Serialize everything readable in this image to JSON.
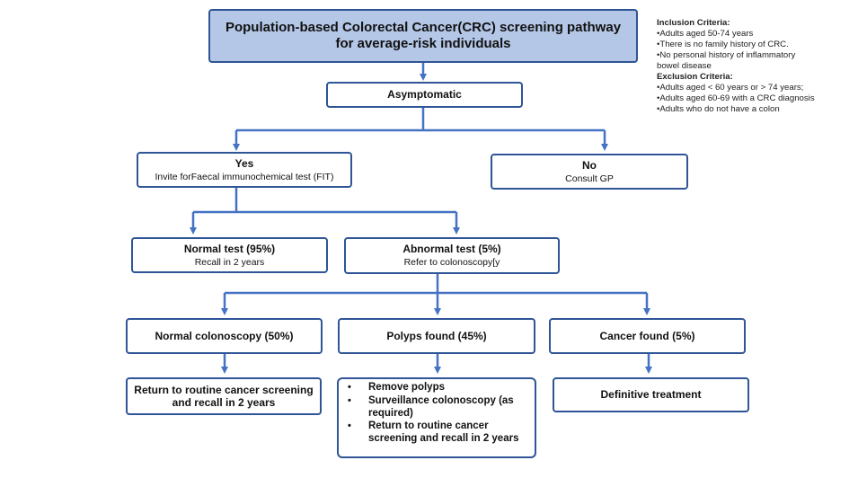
{
  "title": {
    "line1": "Population-based Colorectal Cancer(CRC) screening pathway",
    "line2": "for average-risk individuals"
  },
  "criteria": {
    "inclusion_heading": "Inclusion Criteria:",
    "inclusion": [
      "•Adults aged 50-74 years",
      "•There is no family history of CRC.",
      "•No personal history of inflammatory",
      "bowel disease"
    ],
    "exclusion_heading": "Exclusion Criteria:",
    "exclusion": [
      "•Adults aged < 60 years or > 74 years;",
      "•Adults aged 60-69 with a CRC diagnosis",
      "•Adults who do not have a colon"
    ]
  },
  "nodes": {
    "asymptomatic": {
      "title": "Asymptomatic"
    },
    "yes": {
      "title": "Yes",
      "sub": "Invite forFaecal immunochemical test (FIT)"
    },
    "no": {
      "title": "No",
      "sub": "Consult GP"
    },
    "normal_test": {
      "title": "Normal test (95%)",
      "sub": "Recall in 2 years"
    },
    "abnormal_test": {
      "title": "Abnormal test (5%)",
      "sub": "Refer to colonoscopy[y"
    },
    "normal_colonoscopy": {
      "title": "Normal colonoscopy (50%)"
    },
    "polyps_found": {
      "title": "Polyps found (45%)"
    },
    "cancer_found": {
      "title": "Cancer found (5%)"
    },
    "return_routine": {
      "line1": "Return to routine  cancer screening",
      "line2": "and recall in 2 years"
    },
    "polyps_actions": [
      "Remove polyps",
      "Surveillance colonoscopy (as required)",
      "Return to routine  cancer screening and recall in 2 years"
    ],
    "definitive": {
      "title": "Definitive treatment"
    }
  },
  "colors": {
    "border": "#2f5597",
    "arrow": "#4472c4",
    "title_fill": "#b4c7e7"
  }
}
